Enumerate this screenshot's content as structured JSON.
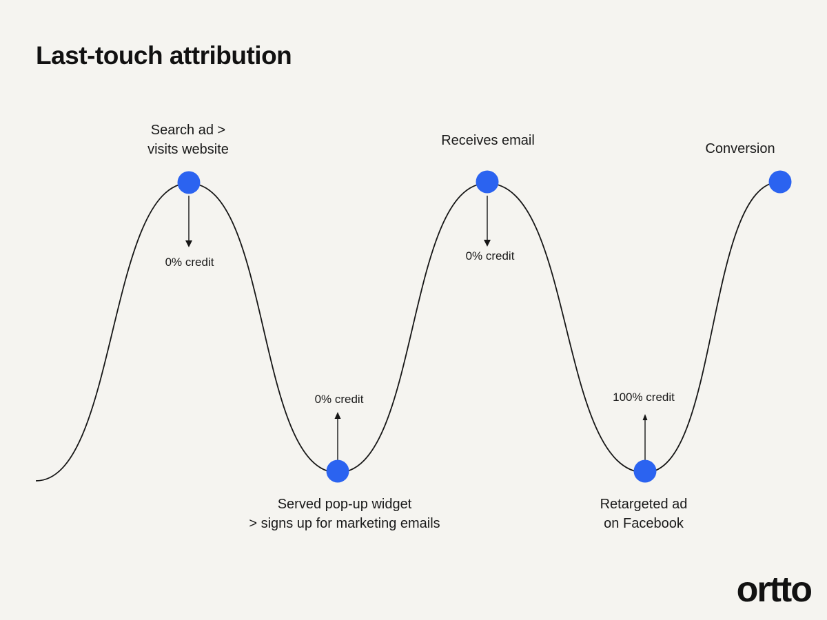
{
  "title": "Last-touch attribution",
  "logo_text": "ortto",
  "colors": {
    "background": "#f5f4f0",
    "accent_blue": "#2b63f0",
    "line": "#161616",
    "text": "#191919"
  },
  "diagram": {
    "type": "customer-journey-wave",
    "touchpoints": [
      {
        "label": "Search ad >\nvisits website",
        "credit": "0% credit",
        "curve_position": "peak",
        "arrow_direction": "down"
      },
      {
        "label": "Served pop-up widget\n> signs up for marketing emails",
        "credit": "0% credit",
        "curve_position": "trough",
        "arrow_direction": "up"
      },
      {
        "label": "Receives email",
        "credit": "0% credit",
        "curve_position": "peak",
        "arrow_direction": "down"
      },
      {
        "label": "Retargeted ad\non Facebook",
        "credit": "100% credit",
        "curve_position": "trough",
        "arrow_direction": "up"
      },
      {
        "label": "Conversion",
        "credit": "",
        "curve_position": "end",
        "arrow_direction": "none"
      }
    ]
  }
}
